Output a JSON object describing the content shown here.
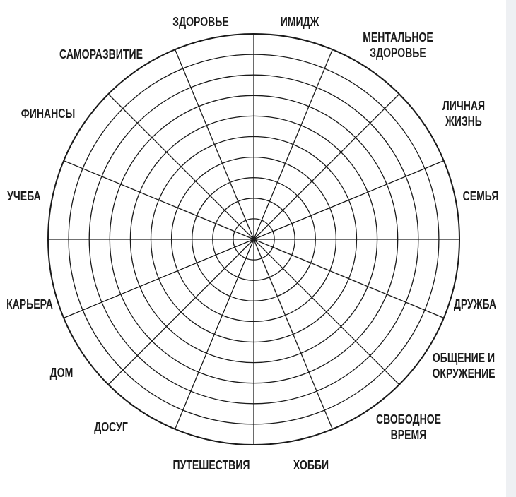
{
  "wheel": {
    "segments": [
      {
        "label": "ИМИДЖ"
      },
      {
        "label": "МЕНТАЛЬНОЕ\nЗДОРОВЬЕ"
      },
      {
        "label": "ЛИЧНАЯ\nЖИЗНЬ"
      },
      {
        "label": "СЕМЬЯ"
      },
      {
        "label": "ДРУЖБА"
      },
      {
        "label": "ОБЩЕНИЕ И\nОКРУЖЕНИЕ"
      },
      {
        "label": "СВОБОДНОЕ\nВРЕМЯ"
      },
      {
        "label": "ХОББИ"
      },
      {
        "label": "ПУТЕШЕСТВИЯ"
      },
      {
        "label": "ДОСУГ"
      },
      {
        "label": "ДОМ"
      },
      {
        "label": "КАРЬЕРА"
      },
      {
        "label": "УЧЕБА"
      },
      {
        "label": "ФИНАНСЫ"
      },
      {
        "label": "САМОРАЗВИТИЕ"
      },
      {
        "label": "ЗДОРОВЬЕ"
      }
    ],
    "ring_count": 10,
    "line_color": "#1a1a1a"
  }
}
